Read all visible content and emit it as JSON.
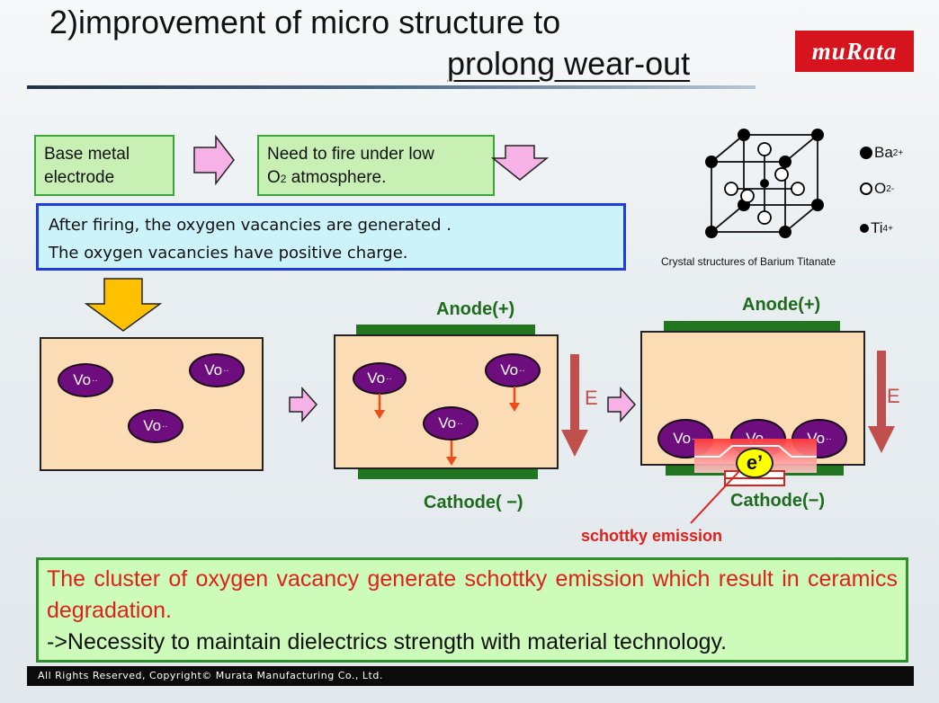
{
  "header": {
    "title_line1": "2)improvement of micro structure to",
    "title_line2": "prolong wear-out",
    "logo": "muRata"
  },
  "flow": {
    "box1": [
      "Base metal",
      "electrode"
    ],
    "box2": [
      "Need to fire under low",
      "O2 atmosphere."
    ],
    "box3": [
      "After firing, the oxygen vacancies are generated .",
      "The oxygen vacancies have positive charge."
    ]
  },
  "crystal": {
    "caption": "Crystal structures of Barium Titanate",
    "legend": [
      {
        "ion": "Ba",
        "charge": "2+",
        "fill": "#000000"
      },
      {
        "ion": "O",
        "charge": "2-",
        "fill": "#ffffff"
      },
      {
        "ion": "Ti",
        "charge": "4+",
        "fill": "#000000"
      }
    ]
  },
  "panels": {
    "vacancy_label": "Vo",
    "vacancy_charge": "··",
    "anode": "Anode(+)",
    "cathode1": "Cathode( −)",
    "cathode2": "Cathode(−)",
    "field": "E",
    "electron": "e’",
    "schottky": "schottky emission"
  },
  "conclusion": {
    "line1": "The cluster of oxygen vacancy generate schottky emission which result in ceramics degradation.",
    "line2": "->Necessity to maintain dielectrics strength with material technology."
  },
  "footer": "All Rights Reserved, Copyright© Murata Manufacturing Co., Ltd.",
  "colors": {
    "accent_red": "#e0201a",
    "box_green": "#c9f0b4",
    "box_blue": "#ccf2fa",
    "panel": "#fbdcb4",
    "vacancy": "#6e0d7e",
    "electrode": "#21761f",
    "arrow_pink": "#f6b2e6",
    "arrow_gold": "#ffc000"
  }
}
